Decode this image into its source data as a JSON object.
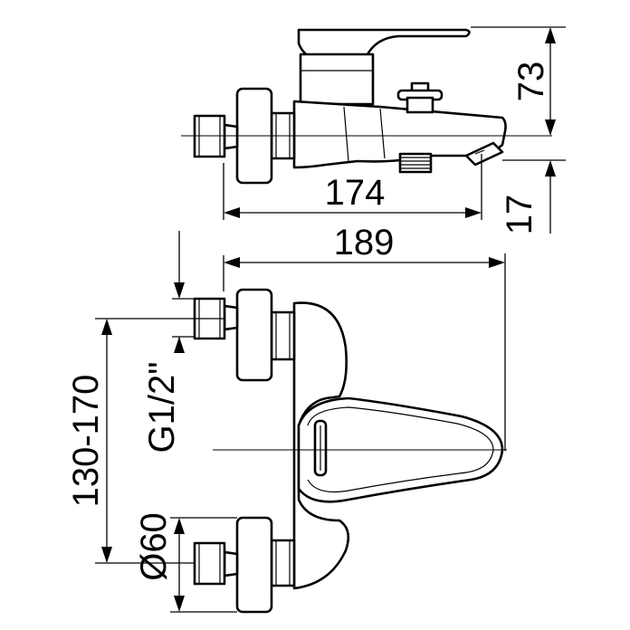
{
  "dimensions": {
    "height_top": "73",
    "width_spout_short": "174",
    "height_spout": "17",
    "width_overall": "189",
    "center_distance": "130-170",
    "thread": "G1/2\"",
    "diameter_flange": "Ø60"
  }
}
